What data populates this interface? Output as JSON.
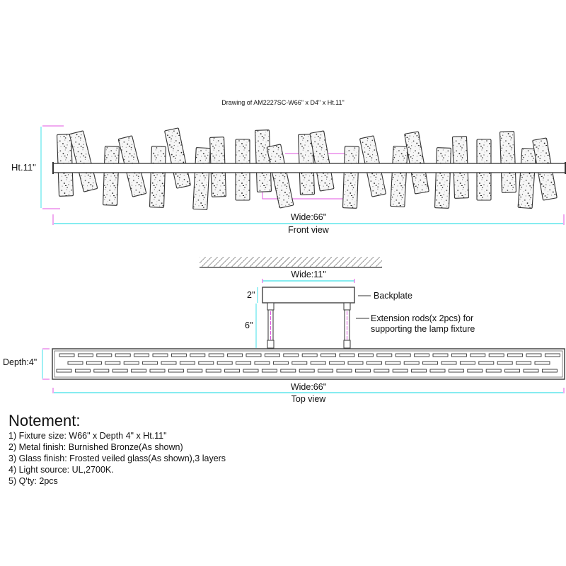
{
  "title": "Drawing of AM2227SC-W66\" x D4\" x Ht.11\"",
  "front_view": {
    "height_label": "Ht.11\"",
    "width_label": "Wide:66\"",
    "caption": "Front view",
    "glass_piece_count": 24
  },
  "side_view": {
    "backplate_width_label": "Wide:11\"",
    "backplate_height_label": "2\"",
    "rod_length_label": "6\"",
    "backplate_callout": "Backplate",
    "rods_callout_line1": "Extension rods(x 2pcs) for",
    "rods_callout_line2": "supporting the lamp fixture"
  },
  "top_view": {
    "depth_label": "Depth:4\"",
    "width_label": "Wide:66\"",
    "caption": "Top view",
    "layers": 3
  },
  "notes": {
    "heading": "Notement:",
    "items": [
      "1) Fixture size: W66\" x Depth 4\" x Ht.11\"",
      "2) Metal finish: Burnished Bronze(As shown)",
      "3) Glass finish: Frosted veiled glass(As shown),3 layers",
      "4) Light source: UL,2700K.",
      "5) Q'ty: 2pcs"
    ]
  },
  "colors": {
    "dimension_line": "#3fe0e8",
    "extension_line": "#e055e0",
    "outline": "#333333"
  }
}
